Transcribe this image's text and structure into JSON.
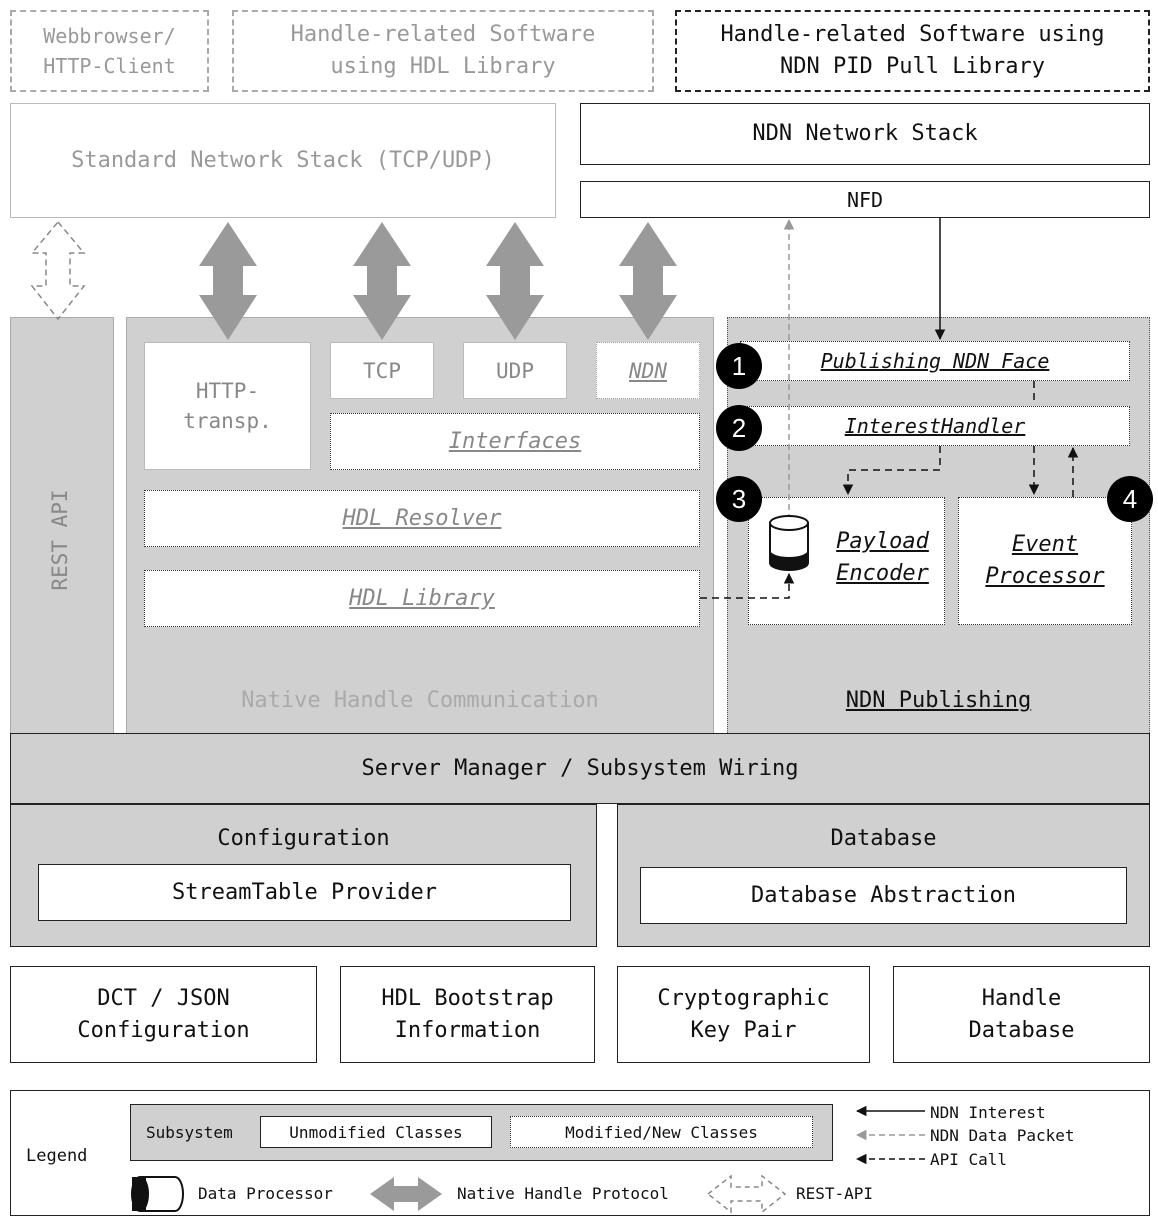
{
  "top": {
    "webbrowser": "Webbrowser/\nHTTP-Client",
    "hdl_software": "Handle-related Software\nusing HDL Library",
    "ndn_software": "Handle-related Software using\nNDN PID Pull Library"
  },
  "stacks": {
    "standard": "Standard Network Stack (TCP/UDP)",
    "ndn": "NDN Network Stack",
    "nfd": "NFD"
  },
  "rest_api": "REST API",
  "native": {
    "http": "HTTP-\ntransp.",
    "tcp": "TCP",
    "udp": "UDP",
    "ndn": "NDN",
    "interfaces": "Interfaces",
    "hdl_resolver": "HDL Resolver",
    "hdl_library": "HDL Library",
    "label": "Native Handle Communication"
  },
  "publishing": {
    "face": "Publishing NDN Face",
    "interest_handler": "InterestHandler",
    "payload_encoder": "Payload\nEncoder",
    "event_processor": "Event\nProcessor",
    "label": "NDN Publishing",
    "badges": [
      "1",
      "2",
      "3",
      "4"
    ]
  },
  "server_manager": "Server Manager / Subsystem Wiring",
  "configuration": {
    "title": "Configuration",
    "provider": "StreamTable Provider"
  },
  "database": {
    "title": "Database",
    "abstraction": "Database Abstraction"
  },
  "resources": [
    "DCT / JSON\nConfiguration",
    "HDL Bootstrap\nInformation",
    "Cryptographic\nKey Pair",
    "Handle\nDatabase"
  ],
  "legend": {
    "title": "Legend",
    "subsystem": "Subsystem",
    "unmodified": "Unmodified Classes",
    "modified": "Modified/New Classes",
    "ndn_interest": "NDN Interest",
    "ndn_data": "NDN Data Packet",
    "api_call": "API Call",
    "data_processor": "Data Processor",
    "native_protocol": "Native Handle Protocol",
    "rest": "REST-API"
  },
  "colors": {
    "subsystem": "#d0d0d0",
    "arrow_gray": "#9a9a9a"
  }
}
